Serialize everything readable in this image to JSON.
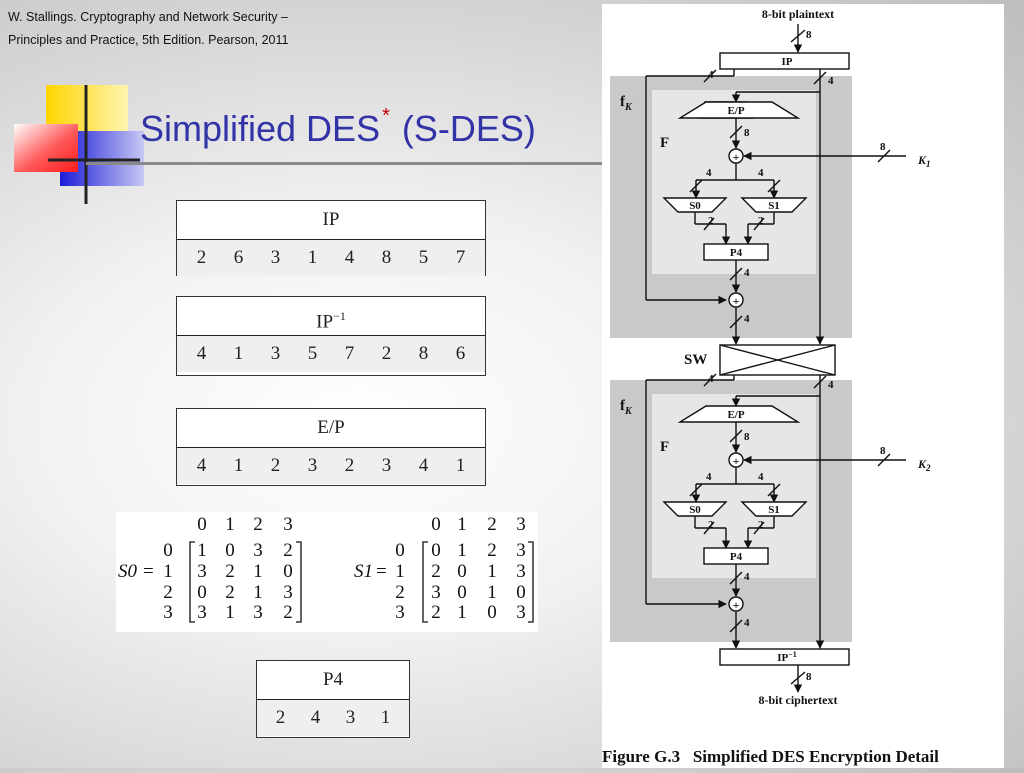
{
  "citation": {
    "line1": "W. Stallings. Cryptography and Network Security –",
    "line2": "Principles and Practice, 5th Edition. Pearson, 2011"
  },
  "title": {
    "text": "Simplified DES",
    "marker": "*",
    "suffix": "(S-DES)"
  },
  "colors": {
    "title": "#3333a8",
    "marker": "#c00000",
    "deco_yellow": "#ffd500",
    "deco_red": "#ff2a2a",
    "deco_blue": "#2a2ae0",
    "diagram_gray": "#c8c9cb",
    "diagram_inner": "#e6e6e7"
  },
  "tables": {
    "ip": {
      "header": "IP",
      "values": [
        "2",
        "6",
        "3",
        "1",
        "4",
        "8",
        "5",
        "7"
      ]
    },
    "ip_inv": {
      "header_base": "IP",
      "header_sup": "−1",
      "values": [
        "4",
        "1",
        "3",
        "5",
        "7",
        "2",
        "8",
        "6"
      ]
    },
    "ep": {
      "header": "E/P",
      "values": [
        "4",
        "1",
        "2",
        "3",
        "2",
        "3",
        "4",
        "1"
      ]
    },
    "p4": {
      "header": "P4",
      "values": [
        "2",
        "4",
        "3",
        "1"
      ]
    }
  },
  "sboxes": {
    "s0": {
      "label": "S0",
      "columns": [
        "0",
        "1",
        "2",
        "3"
      ],
      "rows": [
        "0",
        "1",
        "2",
        "3"
      ],
      "matrix": [
        [
          "1",
          "0",
          "3",
          "2"
        ],
        [
          "3",
          "2",
          "1",
          "0"
        ],
        [
          "0",
          "2",
          "1",
          "3"
        ],
        [
          "3",
          "1",
          "3",
          "2"
        ]
      ]
    },
    "s1": {
      "label": "S1",
      "columns": [
        "0",
        "1",
        "2",
        "3"
      ],
      "rows": [
        "0",
        "1",
        "2",
        "3"
      ],
      "matrix": [
        [
          "0",
          "1",
          "2",
          "3"
        ],
        [
          "2",
          "0",
          "1",
          "3"
        ],
        [
          "3",
          "0",
          "1",
          "0"
        ],
        [
          "2",
          "1",
          "0",
          "3"
        ]
      ]
    }
  },
  "diagram": {
    "plaintext_label": "8-bit plaintext",
    "ciphertext_label": "8-bit ciphertext",
    "ip_label": "IP",
    "ip_inv_base": "IP",
    "ip_inv_sup": "−1",
    "fk_base": "f",
    "fk_sub": "K",
    "f_label": "F",
    "ep_label": "E/P",
    "s0_label": "S0",
    "s1_label": "S1",
    "p4_label": "P4",
    "sw_label": "SW",
    "xor_symbol": "+",
    "k1_base": "K",
    "k1_sub": "1",
    "k2_base": "K",
    "k2_sub": "2",
    "n8": "8",
    "n4": "4",
    "n2": "2",
    "caption": "Figure G.3   Simplified DES Encryption Detail"
  }
}
